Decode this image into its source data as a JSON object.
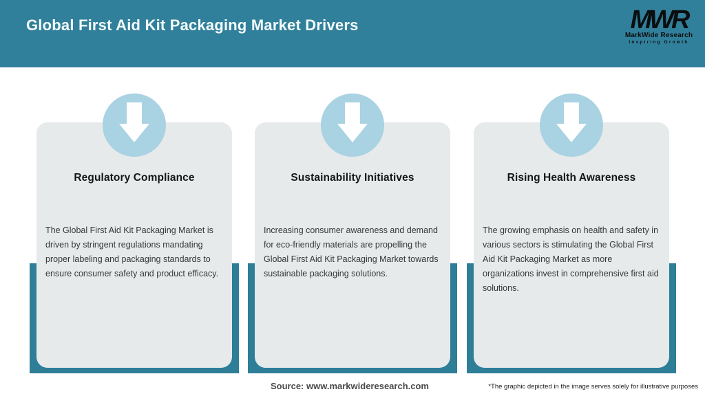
{
  "header": {
    "title": "Global First Aid Kit Packaging Market Drivers",
    "logo": {
      "monogram": "MWR",
      "name": "MarkWide Research",
      "tagline": "Inspiring Growth"
    }
  },
  "drivers": [
    {
      "title": "Regulatory Compliance",
      "description": "The Global First Aid Kit Packaging Market is driven by stringent regulations mandating proper labeling and packaging standards to ensure consumer safety and product efficacy."
    },
    {
      "title": "Sustainability Initiatives",
      "description": "Increasing consumer awareness and demand for eco-friendly materials are propelling the Global First Aid Kit Packaging Market towards sustainable packaging solutions."
    },
    {
      "title": "Rising Health Awareness",
      "description": "The growing emphasis on health and safety in various sectors is stimulating the Global First Aid Kit Packaging Market as more organizations invest in comprehensive first aid solutions."
    }
  ],
  "footer": {
    "source": "Source: www.markwideresearch.com",
    "disclaimer": "*The graphic depicted in the image serves solely for illustrative purposes"
  },
  "colors": {
    "header_teal": "#31809B",
    "bar_teal": "#2E7E98",
    "circle_blue": "#A9D2E2",
    "card_gray": "#E6EAEB"
  }
}
